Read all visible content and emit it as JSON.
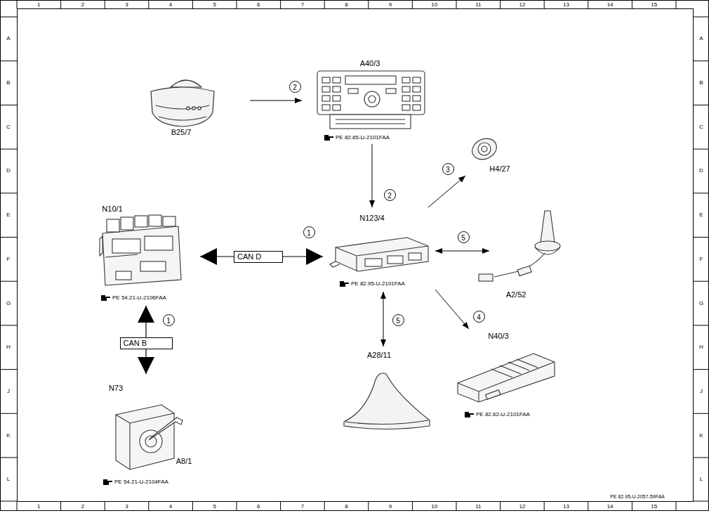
{
  "diagram": {
    "nodes": [
      {
        "text": [
          "B25/7"
        ]
      },
      {
        "text": [
          "A40/3",
          "PE 82.85-U-2101FAA"
        ]
      },
      {
        "text": [
          "H4/27"
        ]
      },
      {
        "text": [
          "N10/1",
          "PE 54.21-U-2106FAA"
        ]
      },
      {
        "text": [
          "N123/4",
          "PE 82.95-U-2101FAA"
        ]
      },
      {
        "text": [
          "A2/52"
        ]
      },
      {
        "text": [
          "N73",
          "A8/1",
          "PE 54.21-U-2104FAA"
        ]
      },
      {
        "text": [
          "A28/11"
        ]
      },
      {
        "text": [
          "N40/3",
          "PE 82.62-U-2101FAA"
        ]
      }
    ],
    "edges": [
      {
        "from": 0,
        "to": 1,
        "arrow": "to",
        "label": "2"
      },
      {
        "from": 1,
        "to": 4,
        "arrow": "to",
        "label": "2"
      },
      {
        "from": 4,
        "to": 2,
        "arrow": "to",
        "label": "3"
      },
      {
        "from": 3,
        "to": 4,
        "arrow": "both",
        "label": "CAN D"
      },
      {
        "from": 3,
        "to": 6,
        "arrow": "both",
        "label": "CAN B"
      },
      {
        "from": 4,
        "to": 5,
        "arrow": "both",
        "label": "5"
      },
      {
        "from": 4,
        "to": 7,
        "arrow": "both",
        "label": "5"
      },
      {
        "from": 4,
        "to": 8,
        "arrow": "to",
        "label": "4"
      }
    ],
    "labels": [
      "1",
      "2",
      "3",
      "4",
      "5",
      "6",
      "7",
      "8",
      "9",
      "10",
      "11",
      "12",
      "13",
      "14",
      "15",
      "A",
      "B",
      "C",
      "D",
      "E",
      "F",
      "G",
      "H",
      "J",
      "K",
      "L",
      "A",
      "B",
      "C",
      "D",
      "E",
      "F",
      "G",
      "H",
      "J",
      "K",
      "L",
      "1",
      "2",
      "3",
      "4",
      "5",
      "6",
      "7",
      "8",
      "9",
      "10",
      "11",
      "12",
      "13",
      "14",
      "15",
      "1",
      "1",
      "PE 82.95-U-2057-59FAA"
    ]
  }
}
